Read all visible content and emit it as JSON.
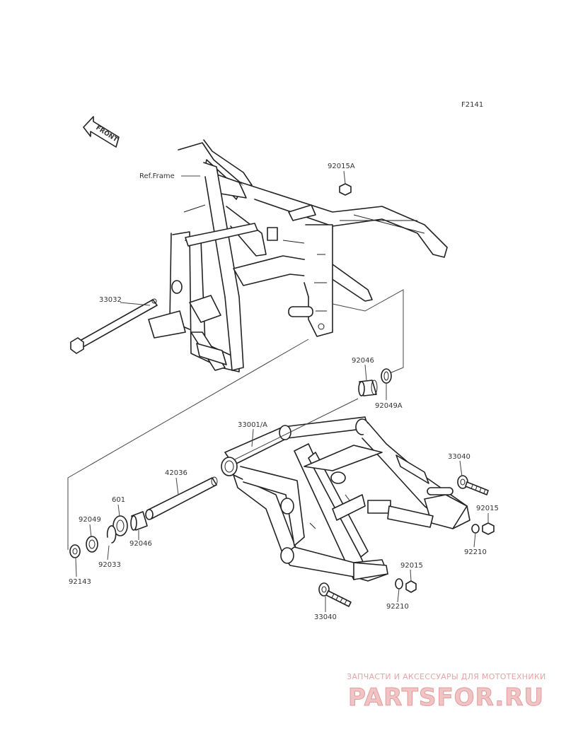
{
  "diagram_code": "F2141",
  "front_arrow_label": "FRONT",
  "ref_frame_label": "Ref.Frame",
  "callouts": {
    "c92015A": "92015A",
    "c33032": "33032",
    "c92046_top": "92046",
    "c92049A": "92049A",
    "c33001A": "33001/A",
    "c33040_right": "33040",
    "c42036": "42036",
    "c601": "601",
    "c92049": "92049",
    "c92046_bottom": "92046",
    "c92033": "92033",
    "c92143": "92143",
    "c92015_right": "92015",
    "c92210_right": "92210",
    "c92015_bottom": "92015",
    "c92210_bottom": "92210",
    "c33040_bottom": "33040"
  },
  "watermark": {
    "tagline": "ЗАПЧАСТИ И АКСЕССУАРЫ ДЛЯ МОТОТЕХНИКИ",
    "brand": "PARTSFOR.RU"
  }
}
